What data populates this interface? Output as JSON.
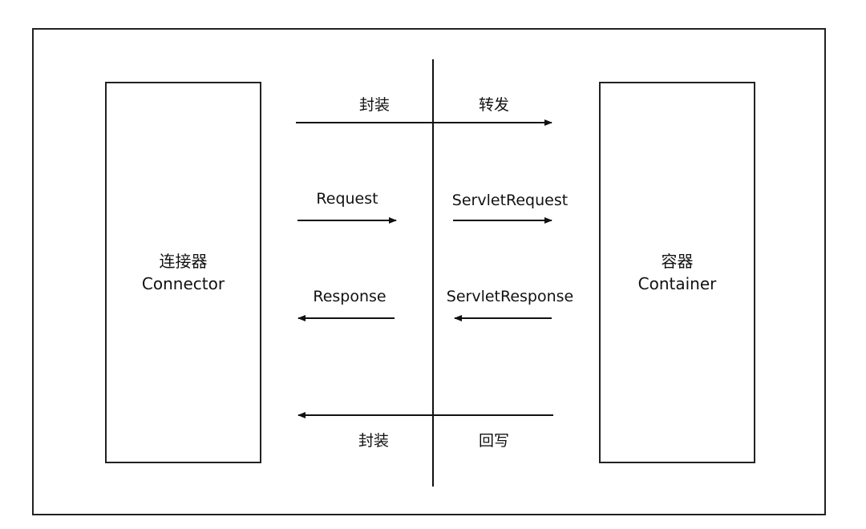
{
  "connector": {
    "title_cn": "连接器",
    "title_en": "Connector"
  },
  "container": {
    "title_cn": "容器",
    "title_en": "Container"
  },
  "labels": {
    "top_left": "封装",
    "top_right": "转发",
    "request": "Request",
    "servlet_request": "ServletRequest",
    "response": "Response",
    "servlet_response": "ServletResponse",
    "bottom_left": "封装",
    "bottom_right": "回写"
  }
}
